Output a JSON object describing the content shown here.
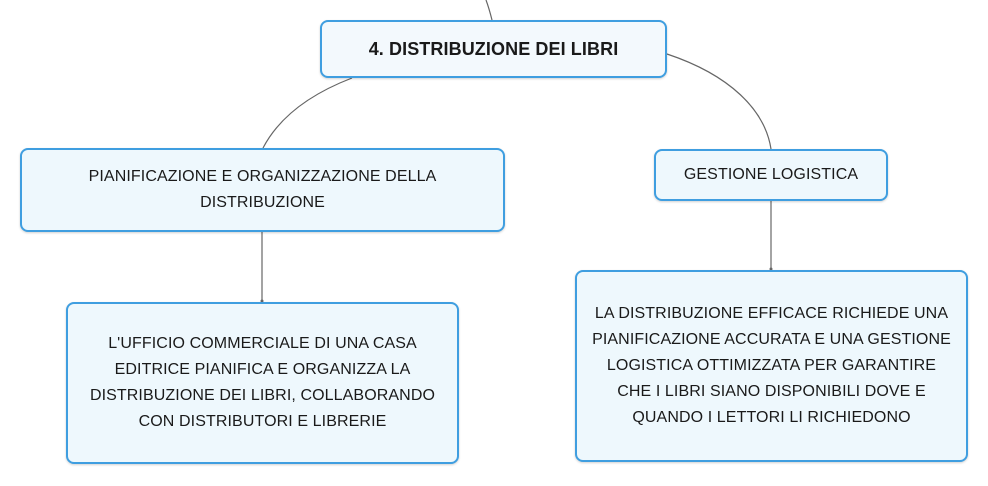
{
  "nodes": {
    "root": "4. DISTRIBUZIONE DEI LIBRI",
    "planning": "PIANIFICAZIONE E ORGANIZZAZIONE DELLA DISTRIBUZIONE",
    "logistics": "GESTIONE LOGISTICA",
    "planning_detail": "L'UFFICIO COMMERCIALE DI UNA CASA EDITRICE PIANIFICA E ORGANIZZA LA DISTRIBUZIONE DEI LIBRI, COLLABORANDO CON DISTRIBUTORI E LIBRERIE",
    "logistics_detail": "LA DISTRIBUZIONE EFFICACE RICHIEDE UNA PIANIFICAZIONE ACCURATA E UNA GESTIONE LOGISTICA OTTIMIZZATA PER GARANTIRE CHE I LIBRI SIANO DISPONIBILI DOVE E QUANDO I LETTORI LI RICHIEDONO"
  },
  "colors": {
    "node_border": "#3f9ee0",
    "node_fill": "#eef8fd",
    "connector": "#666666"
  }
}
